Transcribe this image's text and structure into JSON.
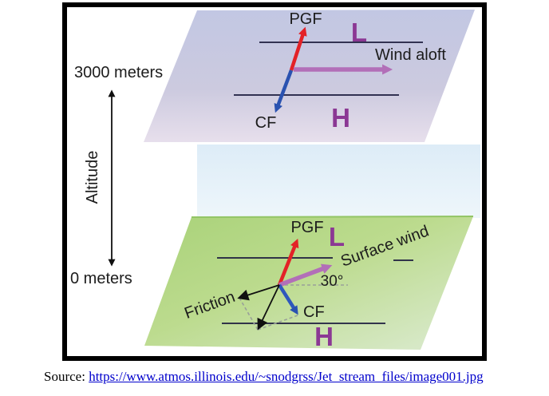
{
  "diagram": {
    "altitude_axis": {
      "top": "3000 meters",
      "label": "Altitude",
      "bottom": "0 meters"
    },
    "upper_plane": {
      "pgf": "PGF",
      "low": "L",
      "wind": "Wind aloft",
      "cf": "CF",
      "high": "H"
    },
    "surface_plane": {
      "pgf": "PGF",
      "low": "L",
      "wind": "Surface wind",
      "angle": "30°",
      "cf": "CF",
      "high": "H",
      "friction": "Friction"
    }
  },
  "source": {
    "prefix": "Source:",
    "url": "https://www.atmos.illinois.edu/~snodgrss/Jet_stream_files/image001.jpg"
  },
  "colors": {
    "pgf_arrow": "#e32227",
    "cf_arrow": "#2a52b0",
    "wind_arrow": "#b26fb8",
    "pressure_letter": "#8b3894",
    "upper_plane_fill": "#c9cbe3",
    "surface_plane_fill": "#b9d98b",
    "isobar": "#1c1c3e",
    "link": "#0000cc"
  }
}
